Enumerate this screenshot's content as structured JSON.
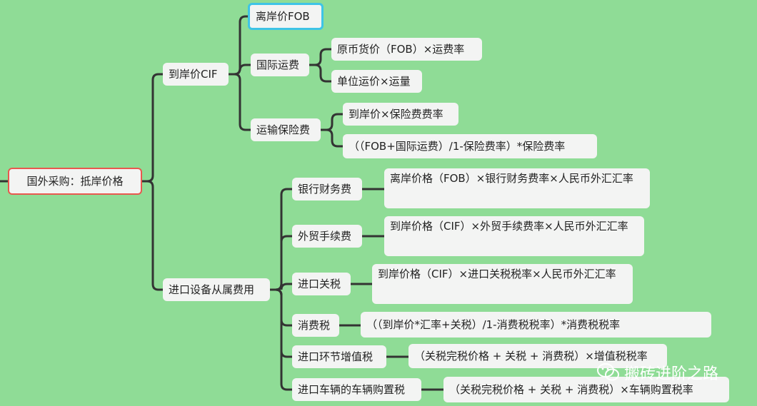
{
  "colors": {
    "background": "#8fdc96",
    "node": "#f3f4f3",
    "line": "#333333",
    "root_border": "#e8584e",
    "selected_border": "#3ec4e6"
  },
  "root": {
    "label": "国外采购：抵岸价格"
  },
  "branches": [
    {
      "label": "到岸价CIF",
      "children": [
        {
          "label": "离岸价FOB",
          "children": []
        },
        {
          "label": "国际运费",
          "children": [
            "原币货价（FOB）×运费率",
            "单位运价×运量"
          ]
        },
        {
          "label": "运输保险费",
          "children": [
            "到岸价×保险费费率",
            "（（FOB+国际运费）/1-保险费率）*保险费率"
          ]
        }
      ]
    },
    {
      "label": "进口设备从属费用",
      "children": [
        {
          "label": "银行财务费",
          "children": [
            "离岸价格（FOB）×银行财务费率×人民币外汇汇率"
          ]
        },
        {
          "label": "外贸手续费",
          "children": [
            "到岸价格（CIF）×外贸手续费率×人民币外汇汇率"
          ]
        },
        {
          "label": "进口关税",
          "children": [
            "到岸价格（CIF）×进口关税税率×人民币外汇汇率"
          ]
        },
        {
          "label": "消费税",
          "children": [
            "（（到岸价*汇率+关税）/1-消费税税率）*消费税税率"
          ]
        },
        {
          "label": "进口环节增值税",
          "children": [
            "（关税完税价格 + 关税 + 消费税）×增值税税率"
          ]
        },
        {
          "label": "进口车辆的车辆购置税",
          "children": [
            "（关税完税价格 + 关税 + 消费税）×车辆购置税率"
          ]
        }
      ]
    }
  ],
  "watermark": {
    "text": "搬砖进阶之路",
    "icon": "wechat-icon"
  }
}
